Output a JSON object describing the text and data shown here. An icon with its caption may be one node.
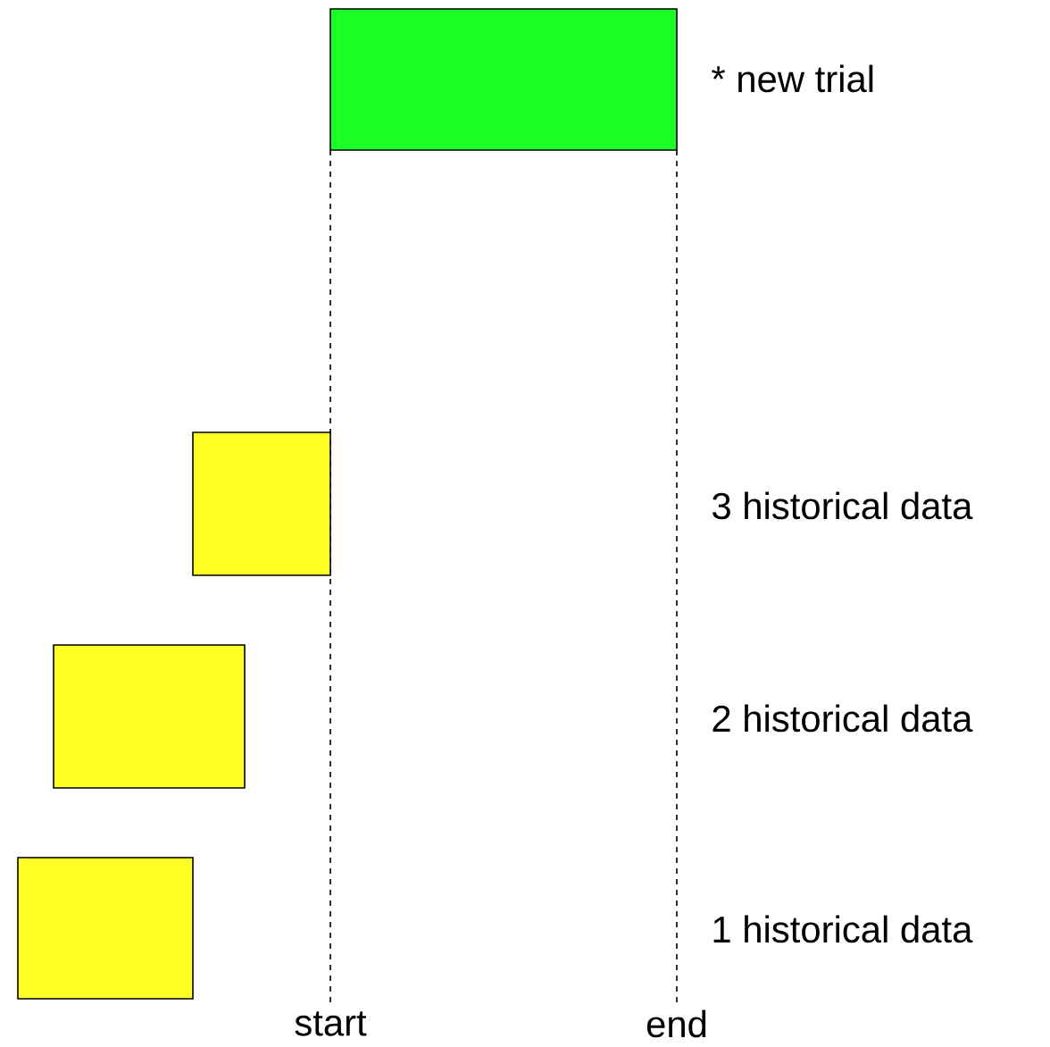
{
  "diagram": {
    "nodes": [
      {
        "text": [],
        "shape": "box"
      },
      {
        "text": [],
        "shape": "box"
      },
      {
        "text": [],
        "shape": "box"
      },
      {
        "text": [],
        "shape": "box"
      }
    ],
    "labels": [
      "* new trial",
      "3 historical data",
      "2 historical data",
      "1 historical data",
      "start",
      "end"
    ]
  }
}
